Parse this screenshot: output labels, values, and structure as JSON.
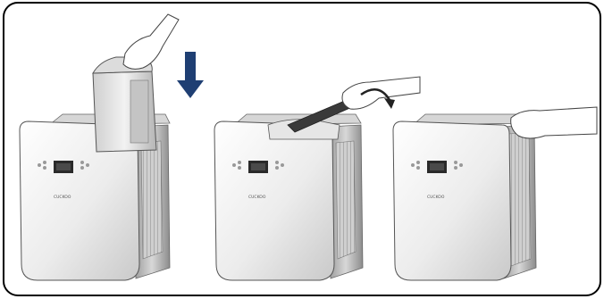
{
  "figure": {
    "steps": [
      {
        "action": "insert-water-tank",
        "arrow": "down-arrow-icon"
      },
      {
        "action": "close-handle",
        "arrow": "curved-arrow-icon"
      },
      {
        "action": "push-top-cover",
        "arrow": ""
      }
    ],
    "brand_label": "CUCKOO",
    "colors": {
      "frame": "#000000",
      "arrow": "#1f3f73",
      "front_panel": "#e9e9e9",
      "body_side": "#bdbdbd",
      "display": "#2a2a2a"
    }
  }
}
